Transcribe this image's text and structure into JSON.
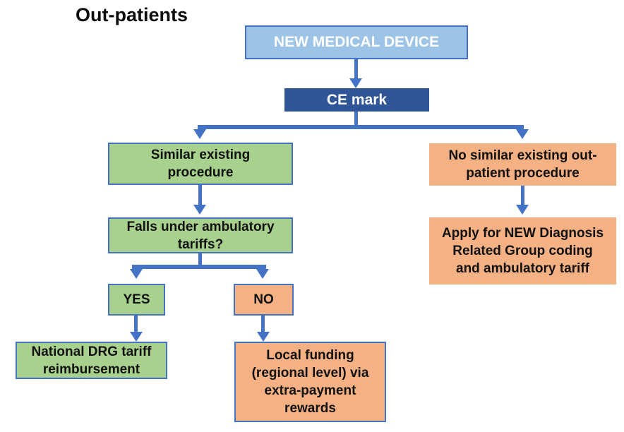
{
  "title": "Out-patients",
  "palette": {
    "light_blue": "#9DC3E6",
    "dark_blue": "#2F5597",
    "green": "#A9D18E",
    "orange": "#F4B183",
    "connector_blue": "#4472C4",
    "text_dark": "#111111",
    "text_light": "#FFFFFF",
    "background": "#FFFFFF"
  },
  "nodes": {
    "device": {
      "label": "NEW MEDICAL DEVICE"
    },
    "ce_mark": {
      "label": "CE mark"
    },
    "similar": {
      "label": "Similar existing\nprocedure"
    },
    "falls_under": {
      "label": "Falls under ambulatory\ntariffs?"
    },
    "yes": {
      "label": "YES"
    },
    "no": {
      "label": "NO"
    },
    "national_drg": {
      "label": "National DRG tariff\nreimbursement"
    },
    "local_funding": {
      "label": "Local funding\n(regional level) via\nextra-payment\nrewards"
    },
    "no_similar": {
      "label": "No similar existing out-\npatient procedure"
    },
    "apply_new_drg": {
      "label": "Apply for NEW Diagnosis\nRelated Group coding\nand ambulatory tariff"
    }
  }
}
